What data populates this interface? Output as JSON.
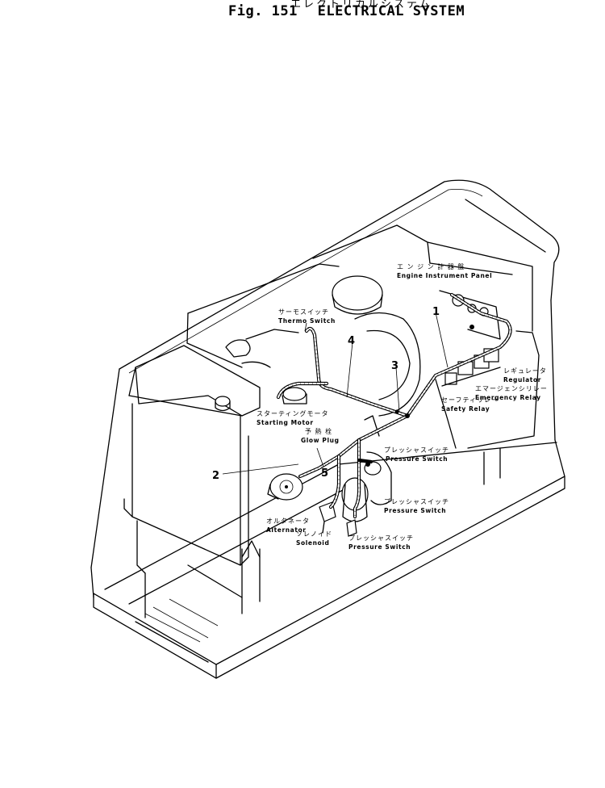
{
  "figure": {
    "title_jp": "エレクトリカルシステム",
    "fig_label": "Fig. 151",
    "title": "ELECTRICAL SYSTEM"
  },
  "callouts": [
    "1",
    "2",
    "3",
    "4",
    "5"
  ],
  "labels": {
    "engine_panel": {
      "jp": "エ ン ジ ン 計 器 盤",
      "en": "Engine Instrument Panel"
    },
    "thermo_switch": {
      "jp": "サーモスイッチ",
      "en": "Thermo Switch"
    },
    "regulator": {
      "jp": "レギュレータ",
      "en": "Regulator"
    },
    "emergency_relay": {
      "jp": "エマージェンシリレー",
      "en": "Emergency Relay"
    },
    "safety_relay": {
      "jp": "セーフティリレー",
      "en": "Safety Relay"
    },
    "starting_motor": {
      "jp": "スターティングモータ",
      "en": "Starting Motor"
    },
    "glow_plug": {
      "jp": "予 熱 栓",
      "en": "Glow Plug"
    },
    "pressure_switch_1": {
      "jp": "プレッシャスイッチ",
      "en": "Pressure Switch"
    },
    "pressure_switch_2": {
      "jp": "プレッシャスイッチ",
      "en": "Pressure Switch"
    },
    "pressure_switch_3": {
      "jp": "プレッシャスイッチ",
      "en": "Pressure Switch"
    },
    "alternator": {
      "jp": "オルタネータ",
      "en": "Alternator"
    },
    "solenoid": {
      "jp": "ソレノイド",
      "en": "Solenoid"
    }
  }
}
